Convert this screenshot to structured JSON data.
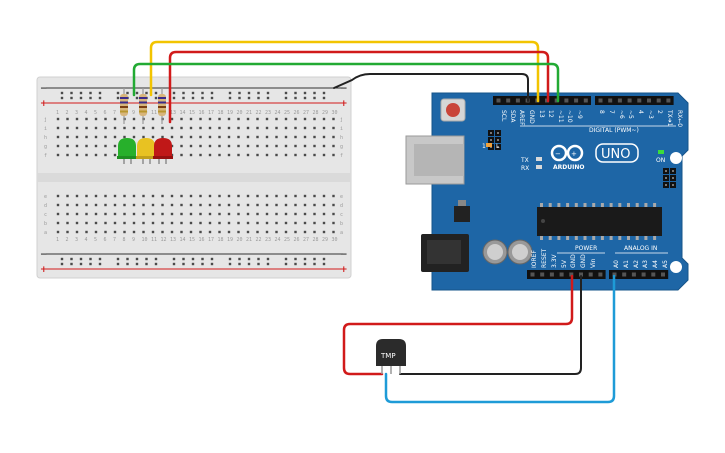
{
  "colors": {
    "wire_yellow": "#f2c400",
    "wire_red": "#d11a1a",
    "wire_green": "#22aa33",
    "wire_black": "#222222",
    "wire_blue": "#1e9bd7",
    "arduino_board": "#1e66a6",
    "breadboard": "#e9e9e9",
    "led_green": "#27b02b",
    "led_yellow": "#e8c222",
    "led_red": "#c01818",
    "sensor_body": "#2b2b2b"
  },
  "breadboard": {
    "rail_plus": "+",
    "rail_minus": "−",
    "rows_top": [
      "j",
      "i",
      "h",
      "g",
      "f"
    ],
    "rows_bottom": [
      "e",
      "d",
      "c",
      "b",
      "a"
    ],
    "col_numbers": [
      "1",
      "2",
      "3",
      "4",
      "5",
      "6",
      "7",
      "8",
      "9",
      "10",
      "11",
      "12",
      "13",
      "14",
      "15",
      "16",
      "17",
      "18",
      "19",
      "20",
      "21",
      "22",
      "23",
      "24",
      "25",
      "26",
      "27",
      "28",
      "29",
      "30"
    ]
  },
  "arduino": {
    "logo_text": "ARDUINO",
    "model": "UNO",
    "on_label": "ON",
    "l_label": "L",
    "tx_label": "TX",
    "rx_label": "RX",
    "digital_label": "DIGITAL (PWM~)",
    "power_label": "POWER",
    "analog_label": "ANALOG IN",
    "top_pin_labels": [
      "SCL",
      "SDA",
      "AREF",
      "GND",
      "13",
      "12",
      "~11",
      "~10",
      "~9",
      "8",
      "7",
      "~6",
      "~5",
      "4",
      "~3",
      "2",
      "TX➜1",
      "RX←0"
    ],
    "bottom_power_labels": [
      "IOREF",
      "RESET",
      "3.3V",
      "5V",
      "GND",
      "GND",
      "Vin"
    ],
    "bottom_analog_labels": [
      "A0",
      "A1",
      "A2",
      "A3",
      "A4",
      "A5"
    ],
    "icsp_num": "1"
  },
  "sensor": {
    "label": "TMP"
  }
}
